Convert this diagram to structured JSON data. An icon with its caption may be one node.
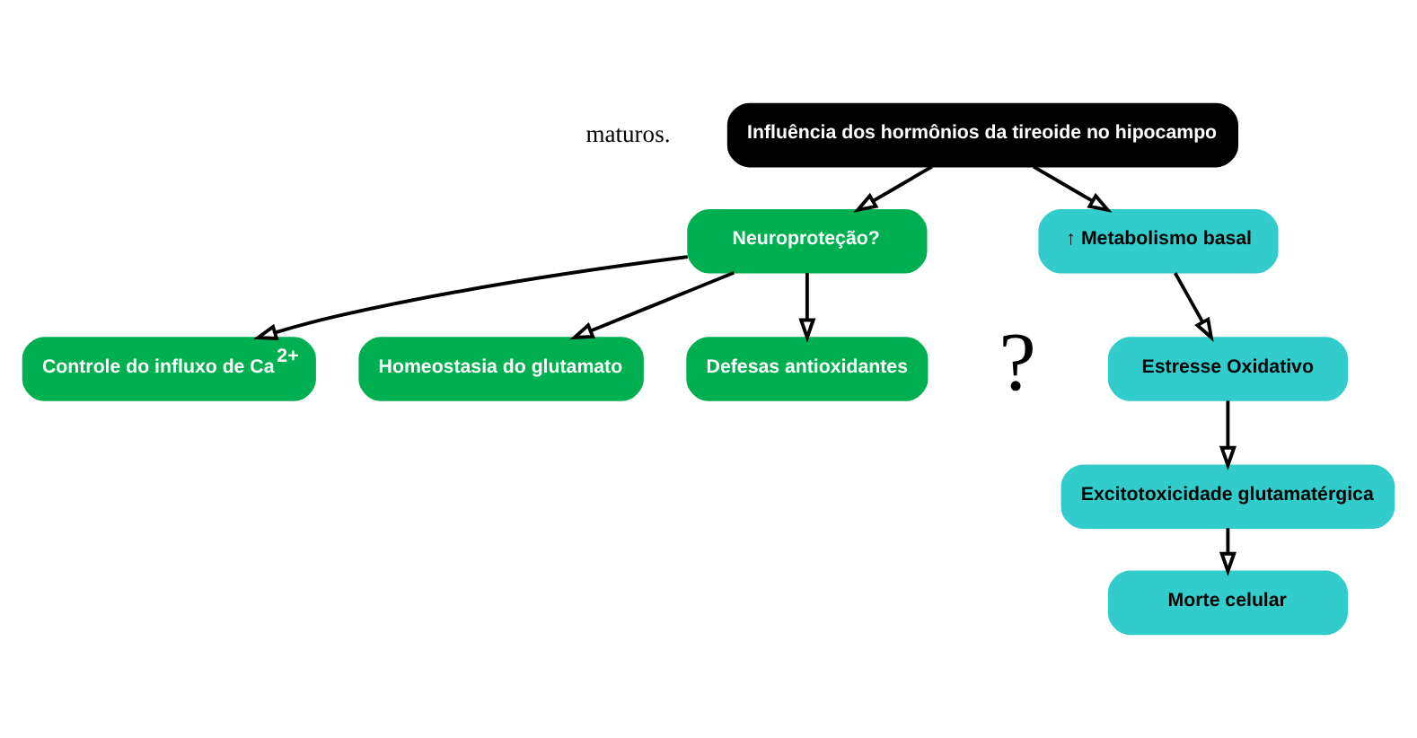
{
  "diagram": {
    "nodes": [
      {
        "text": [
          "Influência dos hormônios da tireoide no hipocampo"
        ]
      },
      {
        "text": [
          "Neuroproteção?"
        ]
      },
      {
        "text": [
          "Controle do influxo de Ca$^{2+}$"
        ]
      },
      {
        "text": [
          "Homeostasia do glutamato"
        ]
      },
      {
        "text": [
          "Defesas antioxidantes"
        ]
      },
      {
        "text": [
          "↑ Metabolismo basal"
        ]
      },
      {
        "text": [
          "Estresse Oxidativo"
        ]
      },
      {
        "text": [
          "Excitotoxicidade glutamatérgica"
        ]
      },
      {
        "text": [
          "Morte celular"
        ]
      }
    ],
    "edges": [
      {
        "from": 0,
        "to": 1,
        "arrow": "to"
      },
      {
        "from": 0,
        "to": 5,
        "arrow": "to"
      },
      {
        "from": 1,
        "to": 2,
        "arrow": "to"
      },
      {
        "from": 1,
        "to": 3,
        "arrow": "to"
      },
      {
        "from": 1,
        "to": 4,
        "arrow": "to"
      },
      {
        "from": 5,
        "to": 6,
        "arrow": "to"
      },
      {
        "from": 6,
        "to": 7,
        "arrow": "to"
      },
      {
        "from": 7,
        "to": 8,
        "arrow": "to"
      }
    ],
    "labels": [
      "maturos.",
      "?"
    ]
  }
}
